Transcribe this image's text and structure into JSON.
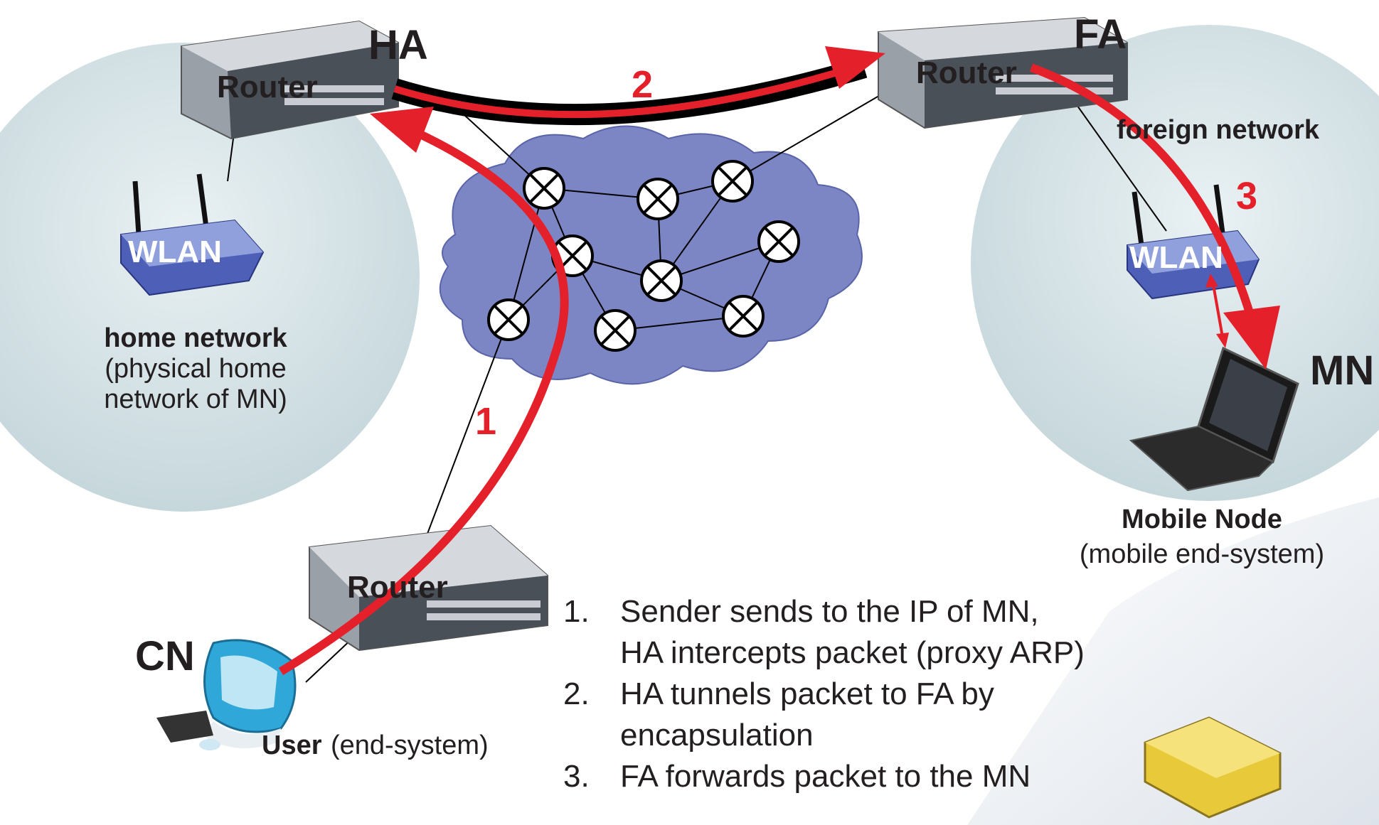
{
  "nodes": {
    "ha_label": "HA",
    "fa_label": "FA",
    "mn_label": "MN",
    "cn_label": "CN",
    "ha_router": "Router",
    "fa_router": "Router",
    "cn_router": "Router",
    "home_wlan": "WLAN",
    "foreign_wlan": "WLAN"
  },
  "networks": {
    "home_title": "home network",
    "home_sub1": "(physical home",
    "home_sub2": "network of MN)",
    "foreign_title": "foreign network",
    "mobile_title": "Mobile Node",
    "mobile_sub": "(mobile end-system)",
    "user_title": "User",
    "user_sub": "(end-system)"
  },
  "arrows": {
    "step1": "1",
    "step2": "2",
    "step3": "3"
  },
  "steps": [
    {
      "num": "1.",
      "lines": [
        "Sender sends to the IP of MN,",
        "HA intercepts packet (proxy ARP)"
      ]
    },
    {
      "num": "2.",
      "lines": [
        "HA tunnels packet to FA by",
        "encapsulation"
      ]
    },
    {
      "num": "3.",
      "lines": [
        "FA forwards packet to the MN"
      ]
    }
  ],
  "colors": {
    "path": "#e4202a",
    "tunnel": "#000000",
    "cloud": "#7c86c5",
    "network_circle": "#d7e4e8"
  }
}
